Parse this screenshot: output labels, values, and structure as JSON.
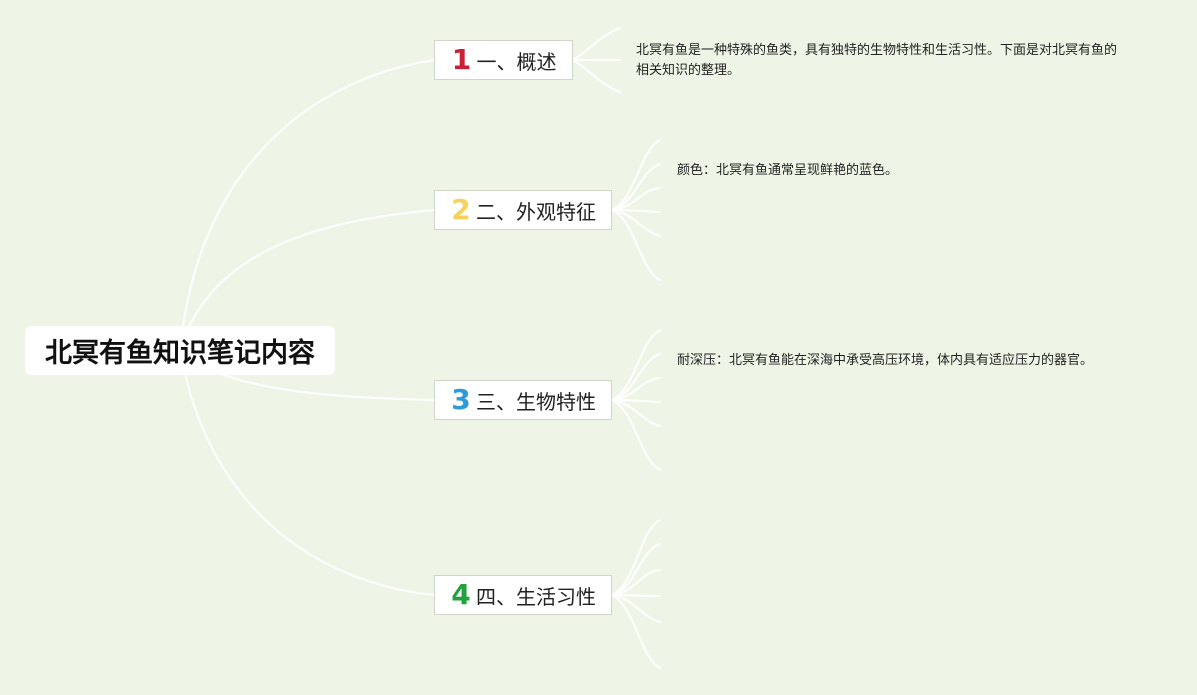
{
  "root": {
    "title": "北冥有鱼知识笔记内容"
  },
  "branches": [
    {
      "number": "1",
      "label": "一、概述",
      "color": "#C91F37",
      "note": "北冥有鱼是一种特殊的鱼类，具有独特的生物特性和生活习性。下面是对北冥有鱼的相关知识的整理。"
    },
    {
      "number": "2",
      "label": "二、外观特征",
      "color": "#F3D35B",
      "note": "颜色：北冥有鱼通常呈现鲜艳的蓝色。"
    },
    {
      "number": "3",
      "label": "三、生物特性",
      "color": "#2D9BDB",
      "note": "耐深压：北冥有鱼能在深海中承受高压环境，体内具有适应压力的器官。"
    },
    {
      "number": "4",
      "label": "四、生活习性",
      "color": "#23A13A",
      "note": ""
    }
  ]
}
